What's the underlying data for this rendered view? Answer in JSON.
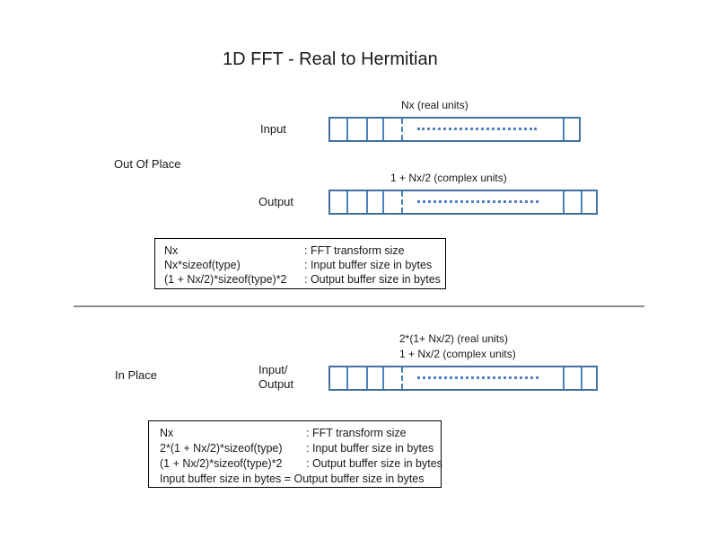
{
  "title": "1D FFT - Real to Hermitian",
  "colors": {
    "shape_outline": "#41719c",
    "shape_inner_line": "#4f81bd",
    "divider_gray": "#8c8c8c",
    "legend_border": "#000000"
  },
  "out_of_place": {
    "section_label": "Out Of Place",
    "input_row": {
      "label": "Input",
      "caption": "Nx (real units)"
    },
    "output_row": {
      "label": "Output",
      "caption": "1 + Nx/2 (complex units)"
    },
    "legend": {
      "rows": [
        {
          "expr": "Nx",
          "desc": ": FFT transform size"
        },
        {
          "expr": "Nx*sizeof(type)",
          "desc": ": Input buffer size in bytes"
        },
        {
          "expr": "(1 + Nx/2)*sizeof(type)*2",
          "desc": ": Output buffer size in bytes"
        }
      ]
    }
  },
  "in_place": {
    "section_label": "In Place",
    "io_row": {
      "label_line1": "Input/",
      "label_line2": "Output",
      "caption_line1": "2*(1+ Nx/2) (real units)",
      "caption_line2": "1 + Nx/2 (complex units)"
    },
    "legend": {
      "rows": [
        {
          "expr": "Nx",
          "desc": ": FFT transform size"
        },
        {
          "expr": "2*(1 + Nx/2)*sizeof(type)",
          "desc": ": Input buffer size in bytes"
        },
        {
          "expr": "(1 + Nx/2)*sizeof(type)*2",
          "desc": ": Output buffer size in bytes"
        }
      ],
      "footer": "Input buffer size in bytes = Output buffer size in bytes"
    }
  }
}
